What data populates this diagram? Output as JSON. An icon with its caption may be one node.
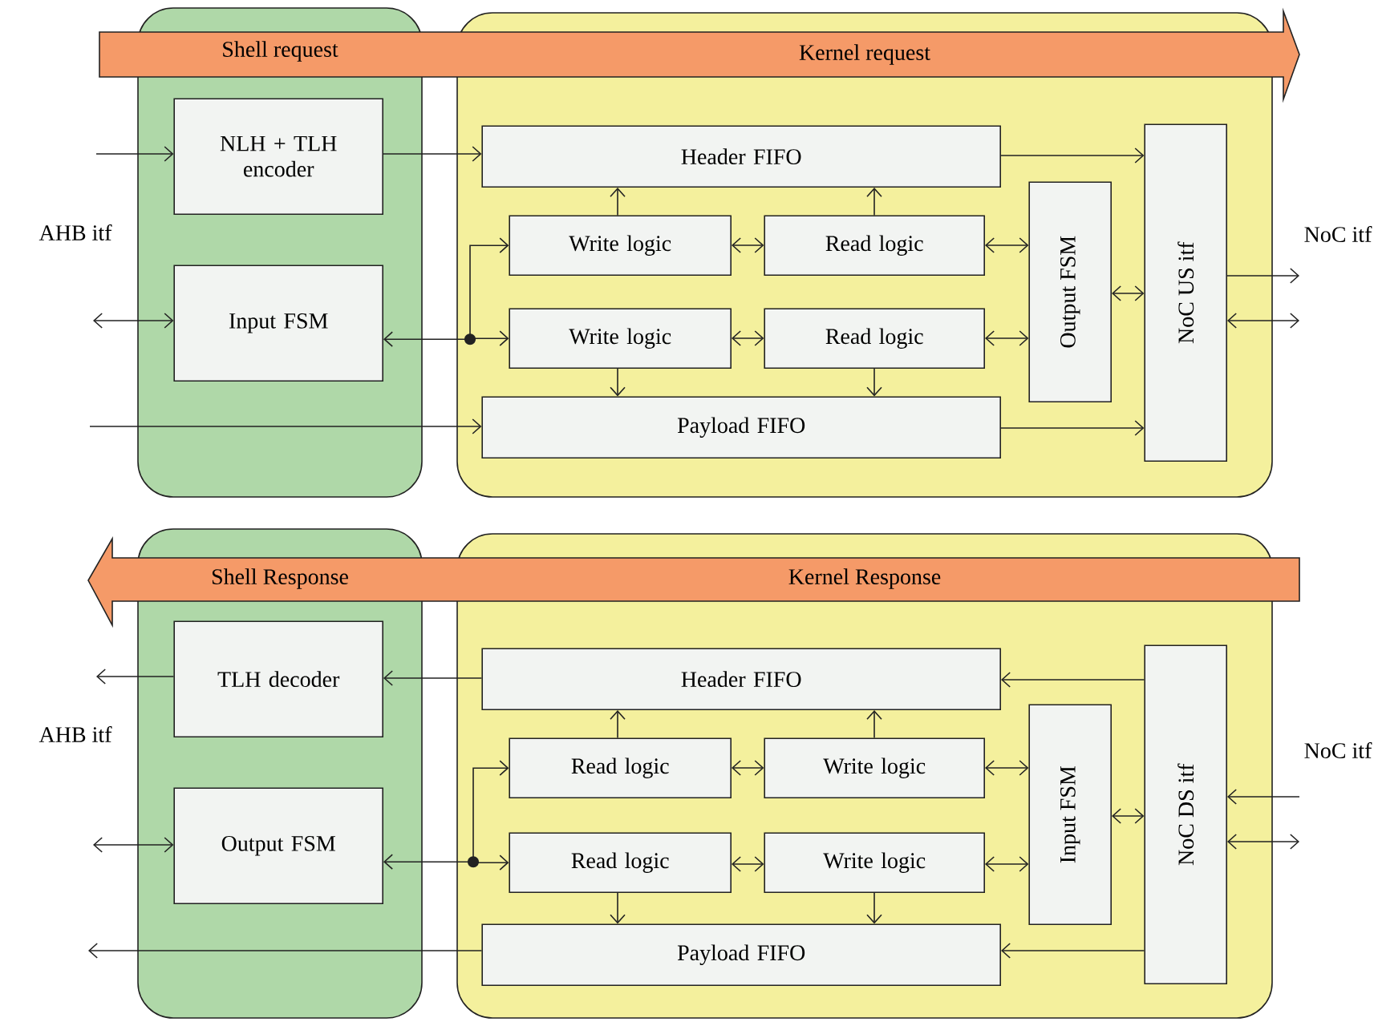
{
  "diagram": {
    "nodes": [
      {
        "text": [
          "Shell request"
        ]
      },
      {
        "text": [
          "Kernel request"
        ]
      },
      {
        "text": [
          "NLH + TLH encoder"
        ],
        "in": 0
      },
      {
        "text": [
          "Input FSM"
        ],
        "in": 0
      },
      {
        "text": [
          "Header FIFO"
        ],
        "in": 1
      },
      {
        "text": [
          "Write logic"
        ],
        "in": 1
      },
      {
        "text": [
          "Read logic"
        ],
        "in": 1
      },
      {
        "text": [
          "Write logic"
        ],
        "in": 1
      },
      {
        "text": [
          "Read logic"
        ],
        "in": 1
      },
      {
        "text": [
          "Payload FIFO"
        ],
        "in": 1
      },
      {
        "text": [
          "Output FSM"
        ],
        "in": 1
      },
      {
        "text": [
          "NoC US itf"
        ],
        "in": 1
      },
      {
        "text": [
          "Shell Response"
        ]
      },
      {
        "text": [
          "Kernel Response"
        ]
      },
      {
        "text": [
          "TLH decoder"
        ],
        "in": 12
      },
      {
        "text": [
          "Output FSM"
        ],
        "in": 12
      },
      {
        "text": [
          "Header FIFO"
        ],
        "in": 13
      },
      {
        "text": [
          "Read logic"
        ],
        "in": 13
      },
      {
        "text": [
          "Write logic"
        ],
        "in": 13
      },
      {
        "text": [
          "Read logic"
        ],
        "in": 13
      },
      {
        "text": [
          "Write logic"
        ],
        "in": 13
      },
      {
        "text": [
          "Payload FIFO"
        ],
        "in": 13
      },
      {
        "text": [
          "Input FSM"
        ],
        "in": 13
      },
      {
        "text": [
          "NoC DS itf"
        ],
        "in": 13
      }
    ],
    "edges": [
      {
        "from": null,
        "to": 2,
        "arrow": "to"
      },
      {
        "from": 2,
        "to": 4,
        "arrow": "to"
      },
      {
        "from": null,
        "to": 3,
        "arrow": "both"
      },
      {
        "from": 3,
        "to": 7,
        "arrow": "both"
      },
      {
        "from": 3,
        "to": 5,
        "arrow": "both"
      },
      {
        "from": null,
        "to": 9,
        "arrow": "to"
      },
      {
        "from": 5,
        "to": 4,
        "arrow": "to"
      },
      {
        "from": 6,
        "to": 4,
        "arrow": "to"
      },
      {
        "from": 5,
        "to": 6,
        "arrow": "both"
      },
      {
        "from": 7,
        "to": 8,
        "arrow": "both"
      },
      {
        "from": 7,
        "to": 9,
        "arrow": "to"
      },
      {
        "from": 8,
        "to": 9,
        "arrow": "to"
      },
      {
        "from": 6,
        "to": 10,
        "arrow": "both"
      },
      {
        "from": 8,
        "to": 10,
        "arrow": "both"
      },
      {
        "from": 10,
        "to": 11,
        "arrow": "both"
      },
      {
        "from": 4,
        "to": 11,
        "arrow": "to"
      },
      {
        "from": 9,
        "to": 11,
        "arrow": "to"
      },
      {
        "from": 11,
        "to": null,
        "arrow": "to"
      },
      {
        "from": null,
        "to": 11,
        "arrow": "both"
      },
      {
        "from": 14,
        "to": null,
        "arrow": "to"
      },
      {
        "from": 16,
        "to": 14,
        "arrow": "to"
      },
      {
        "from": null,
        "to": 15,
        "arrow": "both"
      },
      {
        "from": 15,
        "to": 19,
        "arrow": "both"
      },
      {
        "from": 15,
        "to": 17,
        "arrow": "both"
      },
      {
        "from": 21,
        "to": null,
        "arrow": "to"
      },
      {
        "from": 17,
        "to": 16,
        "arrow": "to"
      },
      {
        "from": 18,
        "to": 16,
        "arrow": "to"
      },
      {
        "from": 17,
        "to": 18,
        "arrow": "both"
      },
      {
        "from": 19,
        "to": 20,
        "arrow": "both"
      },
      {
        "from": 19,
        "to": 21,
        "arrow": "to"
      },
      {
        "from": 20,
        "to": 21,
        "arrow": "to"
      },
      {
        "from": 18,
        "to": 22,
        "arrow": "both"
      },
      {
        "from": 20,
        "to": 22,
        "arrow": "both"
      },
      {
        "from": 22,
        "to": 23,
        "arrow": "both"
      },
      {
        "from": 23,
        "to": 16,
        "arrow": "to"
      },
      {
        "from": 23,
        "to": 21,
        "arrow": "to"
      },
      {
        "from": null,
        "to": 23,
        "arrow": "to"
      },
      {
        "from": null,
        "to": 23,
        "arrow": "both"
      }
    ],
    "labels": [
      "AHB itf",
      "NoC itf",
      "AHB itf",
      "NoC itf"
    ]
  }
}
